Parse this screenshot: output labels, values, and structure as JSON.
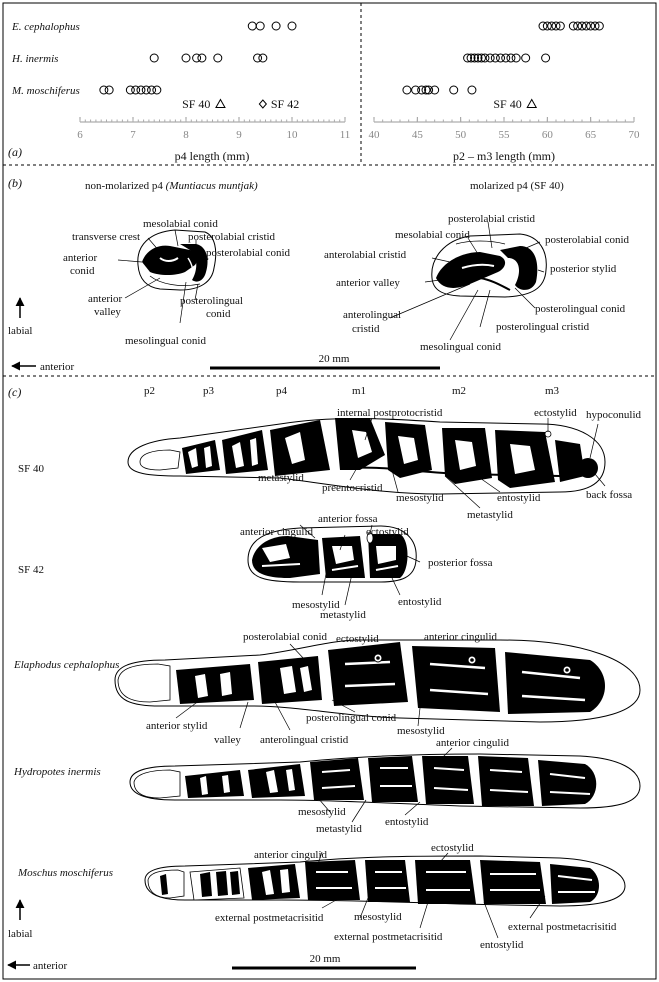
{
  "panels": {
    "a": {
      "label": "(a)"
    },
    "b": {
      "label": "(b)"
    },
    "c": {
      "label": "(c)"
    }
  },
  "chart_data": [
    {
      "type": "scatter",
      "xlabel": "p4 length (mm)",
      "xlim": [
        6,
        11
      ],
      "xticks": [
        "6",
        "7",
        "8",
        "9",
        "10",
        "11"
      ],
      "series": [
        {
          "name": "E. cephalophus",
          "values": [
            9.25,
            9.4,
            9.7,
            10.0
          ]
        },
        {
          "name": "H. inermis",
          "values": [
            7.4,
            8.0,
            8.2,
            8.3,
            8.6,
            9.35,
            9.45
          ]
        },
        {
          "name": "M. moschiferus",
          "values": [
            6.45,
            6.55,
            6.95,
            7.05,
            7.15,
            7.25,
            7.35,
            7.45
          ]
        }
      ],
      "specimens": [
        {
          "name": "SF 40",
          "marker": "triangle",
          "value": 8.65
        },
        {
          "name": "SF 42",
          "marker": "diamond",
          "value": 9.45
        }
      ]
    },
    {
      "type": "scatter",
      "xlabel": "p2 – m3 length (mm)",
      "xlim": [
        40,
        70
      ],
      "xticks": [
        "40",
        "45",
        "50",
        "55",
        "60",
        "65",
        "70"
      ],
      "series": [
        {
          "name": "E. cephalophus",
          "values": [
            59.5,
            60.0,
            60.5,
            61.0,
            61.5,
            63.0,
            63.5,
            64.0,
            64.5,
            65.0,
            65.5,
            66.0
          ]
        },
        {
          "name": "H. inermis",
          "values": [
            50.8,
            51.2,
            51.6,
            52.0,
            52.4,
            52.8,
            53.4,
            54.0,
            54.6,
            55.2,
            55.8,
            56.4,
            57.5,
            59.8
          ]
        },
        {
          "name": "M. moschiferus",
          "values": [
            43.8,
            44.8,
            45.5,
            46.0,
            46.3,
            47.0,
            49.2,
            51.3
          ]
        }
      ],
      "specimens": [
        {
          "name": "SF 40",
          "marker": "triangle",
          "value": 58.2
        }
      ]
    }
  ],
  "panel_b": {
    "title_left": "non-molarized p4",
    "title_left_species": "(Muntiacus muntjak)",
    "title_right": "molarized p4 (SF 40)",
    "labels_left": {
      "mesolabial": "mesolabial conid",
      "transverse": "transverse crest",
      "posterolabial_cristid": "posterolabial cristid",
      "posterolabial_conid": "posterolabial conid",
      "anterior_conid_1": "anterior",
      "anterior_conid_2": "conid",
      "anterior_valley_1": "anterior",
      "anterior_valley_2": "valley",
      "posterolingual_1": "posterolingual",
      "posterolingual_2": "conid",
      "mesolingual": "mesolingual conid"
    },
    "labels_right": {
      "posterolabial_cristid": "posterolabial cristid",
      "mesolabial": "mesolabial conid",
      "posterolabial_conid": "posterolabial conid",
      "anterolabial": "anterolabial cristid",
      "anterior_valley": "anterior valley",
      "posterior_stylid": "posterior stylid",
      "anterolingual_1": "anterolingual",
      "anterolingual_2": "cristid",
      "posterolingual_conid": "posterolingual conid",
      "posterolingual_cristid": "posterolingual cristid",
      "mesolingual": "mesolingual conid"
    },
    "labial": "labial",
    "anterior": "anterior",
    "scale": "20 mm"
  },
  "panel_c": {
    "teeth": [
      "p2",
      "p3",
      "p4",
      "m1",
      "m2",
      "m3"
    ],
    "rows": {
      "sf40": "SF 40",
      "sf42": "SF 42",
      "elaphodus": "Elaphodus cephalophus",
      "hydropotes": "Hydropotes inermis",
      "moschus": "Moschus moschiferus"
    },
    "sf40_labels": {
      "internal": "internal postprotocristid",
      "ectostylid": "ectostylid",
      "hypoconulid": "hypoconulid",
      "metastylid_1": "metastylid",
      "preentocristid": "preentocristid",
      "mesostylid": "mesostylid",
      "entostylid": "entostylid",
      "metastylid_2": "metastylid",
      "back_fossa": "back fossa"
    },
    "sf42_labels": {
      "anterior_fossa": "anterior fossa",
      "anterior_cingulid": "anterior cingulid",
      "ectostylid": "ectostylid",
      "posterior_fossa": "posterior fossa",
      "mesostylid": "mesostylid",
      "metastylid": "metastylid",
      "entostylid": "entostylid"
    },
    "elaphodus_labels": {
      "posterolabial": "posterolabial conid",
      "ectostylid": "ectostylid",
      "anterior_cingulid": "anterior cingulid",
      "anterior_stylid": "anterior stylid",
      "valley": "valley",
      "anterolingual": "anterolingual cristid",
      "posterolingual": "posterolingual conid",
      "mesostylid": "mesostylid"
    },
    "hydropotes_labels": {
      "anterior_cingulid": "anterior cingulid",
      "mesostylid": "mesostylid",
      "metastylid": "metastylid",
      "entostylid": "entostylid"
    },
    "moschus_labels": {
      "ectostylid": "ectostylid",
      "anterior_cingulid": "anterior cingulid",
      "ext1": "external postmetacrisitid",
      "mesostylid": "mesostylid",
      "ext2": "external postmetacrisitid",
      "entostylid": "entostylid",
      "ext3": "external postmetacrisitid"
    },
    "labial": "labial",
    "anterior": "anterior",
    "scale": "20 mm"
  }
}
